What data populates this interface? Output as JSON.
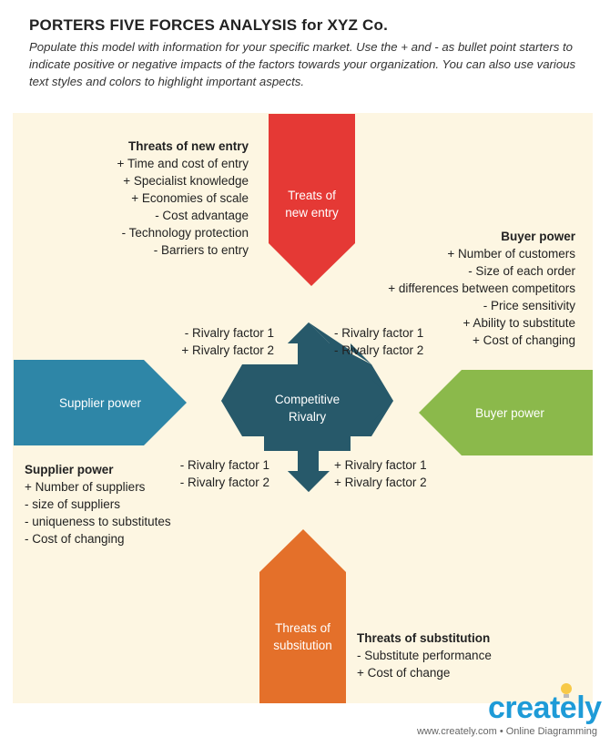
{
  "header": {
    "title": "PORTERS FIVE FORCES ANALYSIS for XYZ Co.",
    "subtitle": "Populate this model with information for your specific market. Use the + and - as bullet point starters to indicate positive or negative impacts of the factors towards your organization.  You can also use various text styles and colors to highlight important aspects."
  },
  "colors": {
    "canvas": "#fdf6e2",
    "new_entry": "#e53935",
    "supplier": "#2e86a7",
    "buyer": "#8bb94b",
    "substitution": "#e4702a",
    "rivalry": "#27596a"
  },
  "shapes": {
    "new_entry": {
      "line1": "Treats of",
      "line2": "new entry"
    },
    "supplier": {
      "label": "Supplier power"
    },
    "buyer": {
      "label": "Buyer power"
    },
    "substitution": {
      "line1": "Threats of",
      "line2": "subsitution"
    },
    "rivalry": {
      "line1": "Competitive",
      "line2": "Rivalry"
    }
  },
  "threats_new_entry": {
    "heading": "Threats of new entry",
    "items": [
      "+ Time and cost of entry",
      "+ Specialist knowledge",
      "+ Economies of scale",
      "- Cost advantage",
      "- Technology protection",
      "- Barriers to entry"
    ]
  },
  "buyer_power": {
    "heading": "Buyer power",
    "items": [
      "+ Number of customers",
      "- Size of each order",
      "+ differences between competitors",
      "- Price sensitivity",
      "+ Ability to substitute",
      "+ Cost of changing"
    ]
  },
  "supplier_power": {
    "heading": "Supplier power",
    "items": [
      "+ Number of suppliers",
      "- size of suppliers",
      "- uniqueness to substitutes",
      "- Cost of changing"
    ]
  },
  "threats_substitution": {
    "heading": "Threats of substitution",
    "items": [
      "- Substitute performance",
      "+ Cost of change"
    ]
  },
  "rivalry_factors": {
    "top_left": [
      "- Rivalry factor 1",
      "+ Rivalry factor 2"
    ],
    "top_right": [
      "- Rivalry factor 1",
      "- Rivalry factor 2"
    ],
    "bottom_left": [
      "- Rivalry factor 1",
      "- Rivalry factor 2"
    ],
    "bottom_right": [
      "+ Rivalry factor 1",
      "+ Rivalry factor 2"
    ]
  },
  "branding": {
    "logo": "creately",
    "footer": "www.creately.com • Online Diagramming"
  }
}
